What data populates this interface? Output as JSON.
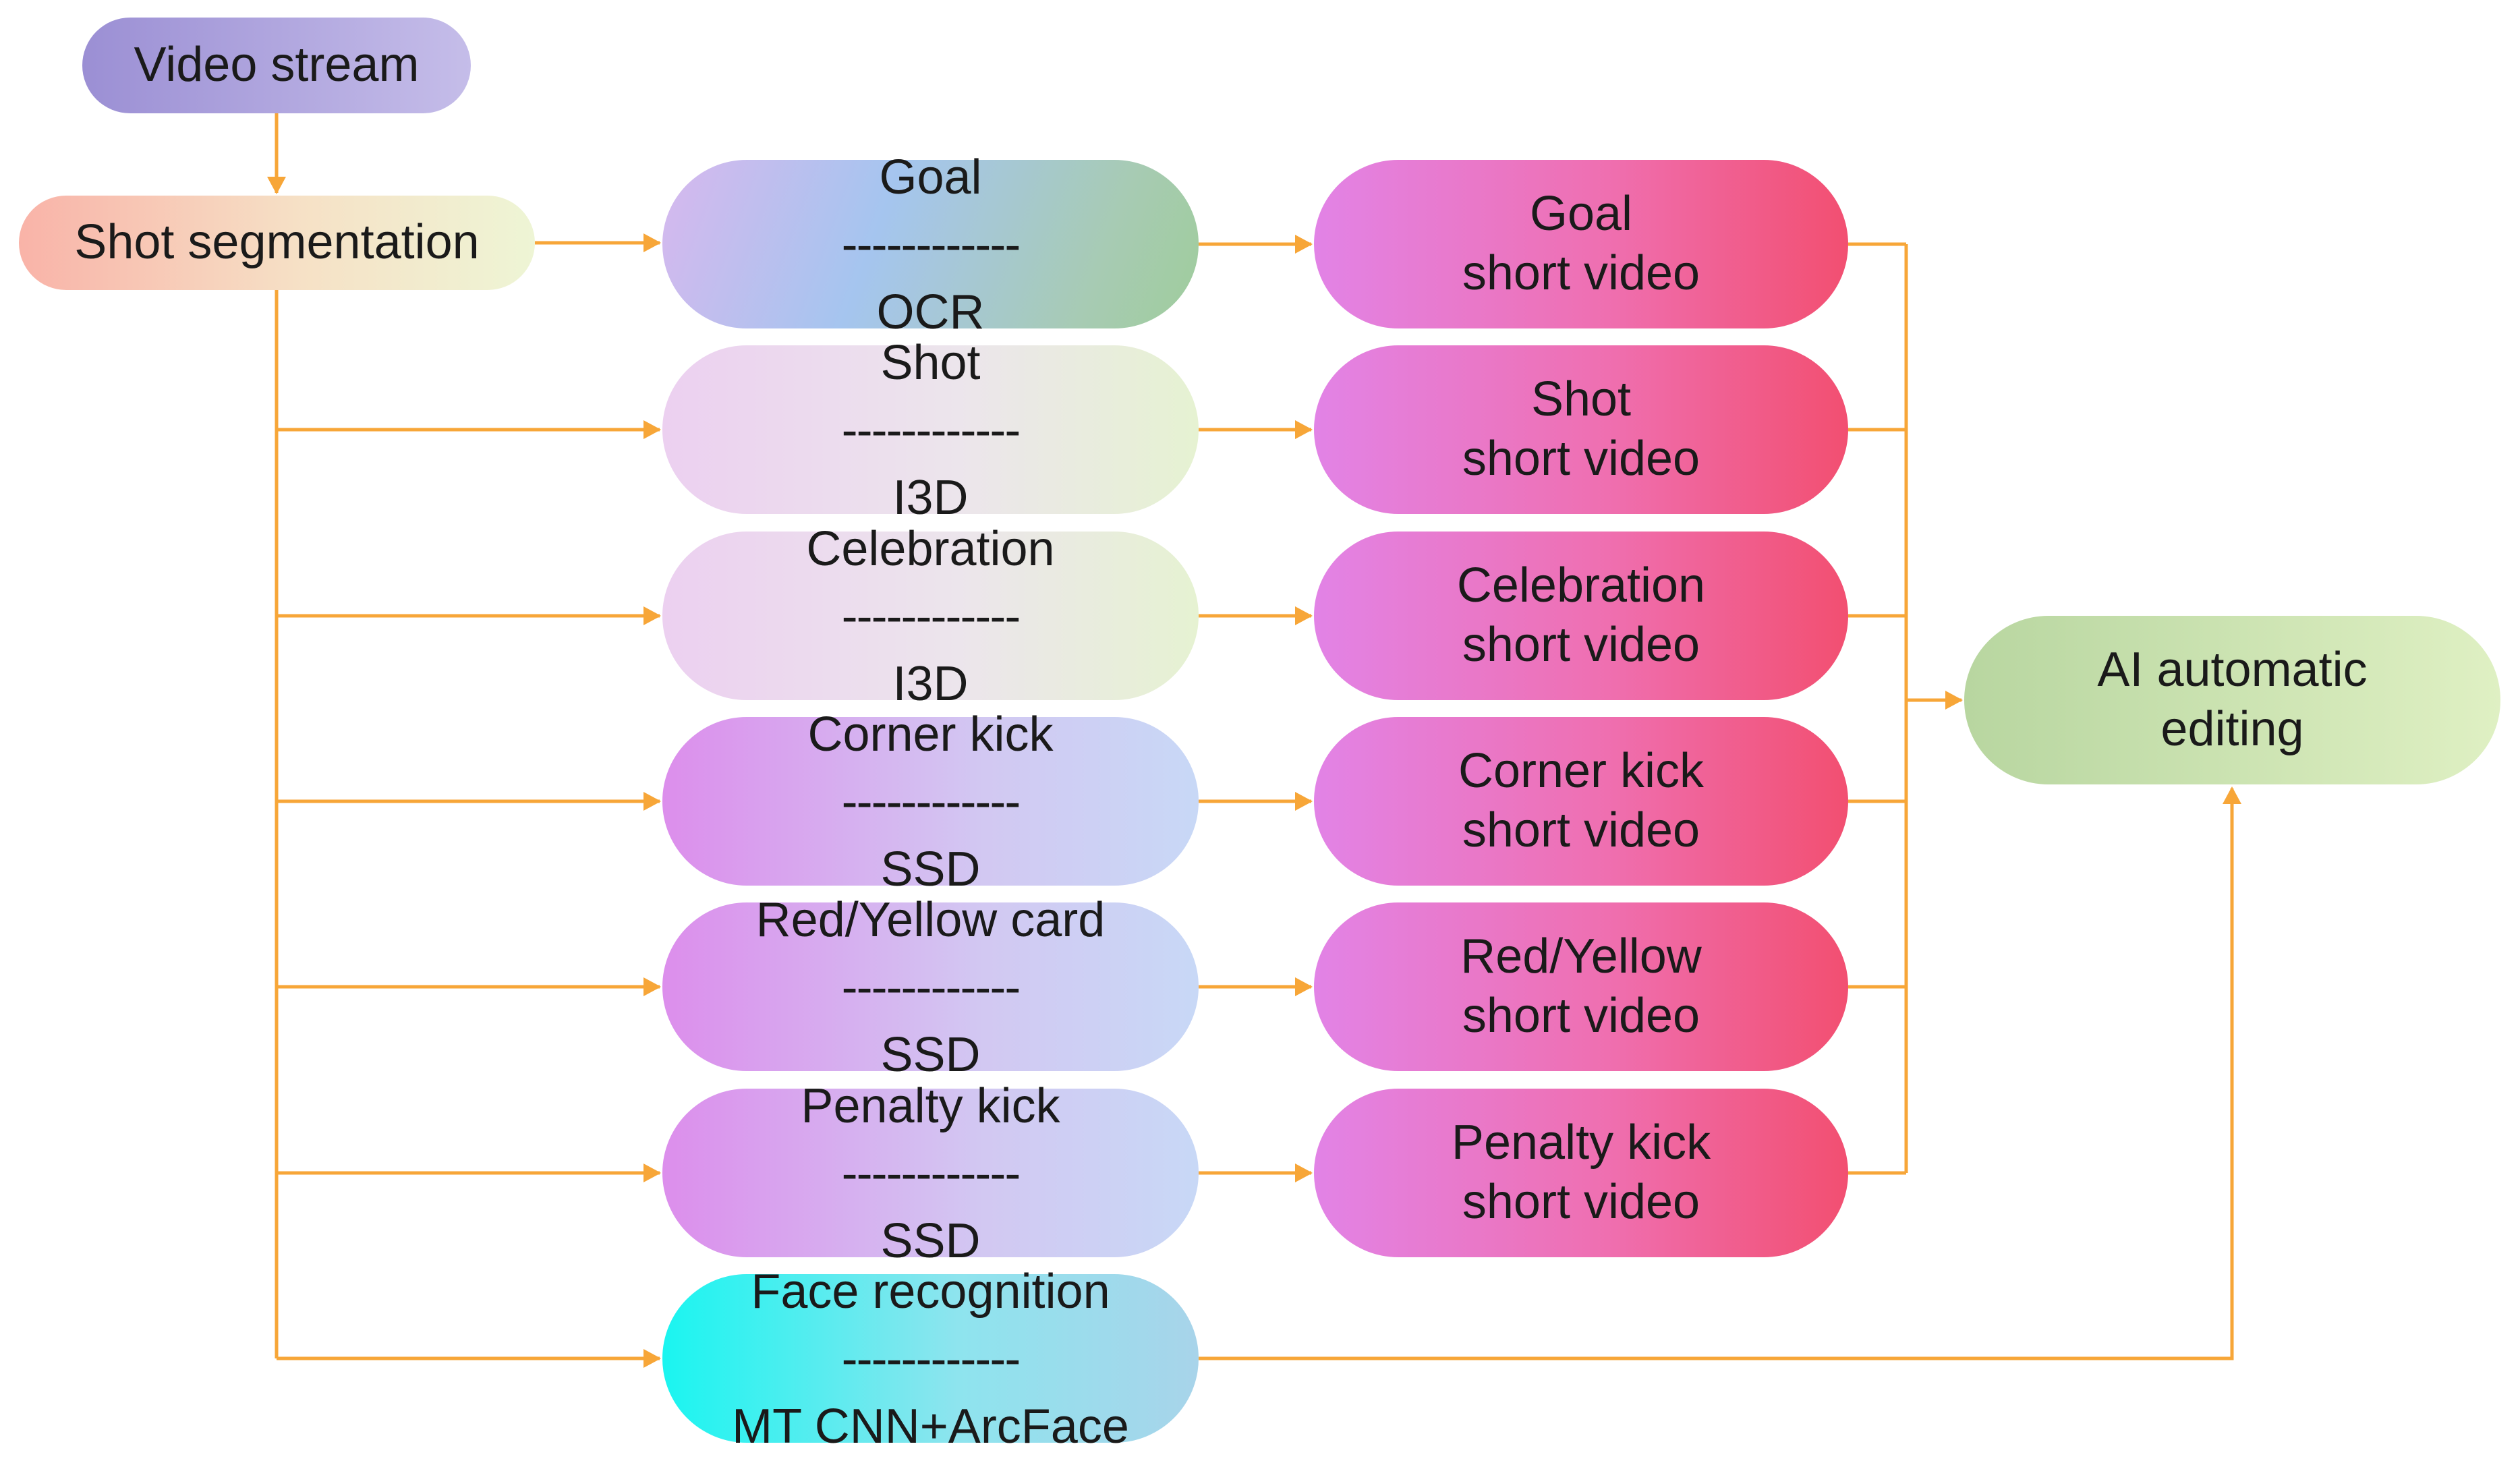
{
  "source": {
    "label": "Video stream"
  },
  "segmentation": {
    "label": "Shot segmentation"
  },
  "detectors": [
    {
      "event": "Goal",
      "separator": "------------",
      "model": "OCR"
    },
    {
      "event": "Shot",
      "separator": "------------",
      "model": "I3D"
    },
    {
      "event": "Celebration",
      "separator": "------------",
      "model": "I3D"
    },
    {
      "event": "Corner kick",
      "separator": "------------",
      "model": "SSD"
    },
    {
      "event": "Red/Yellow card",
      "separator": "------------",
      "model": "SSD"
    },
    {
      "event": "Penalty kick",
      "separator": "------------",
      "model": "SSD"
    },
    {
      "event": "Face recognition",
      "separator": "------------",
      "model": "MT CNN+ArcFace"
    }
  ],
  "clips": [
    {
      "line1": "Goal",
      "line2": "short video"
    },
    {
      "line1": "Shot",
      "line2": "short video"
    },
    {
      "line1": "Celebration",
      "line2": "short video"
    },
    {
      "line1": "Corner kick",
      "line2": "short video"
    },
    {
      "line1": "Red/Yellow",
      "line2": "short video"
    },
    {
      "line1": "Penalty kick",
      "line2": "short video"
    }
  ],
  "output": {
    "line1": "AI automatic",
    "line2": "editing"
  },
  "colors": {
    "connector": "#f7a638"
  }
}
